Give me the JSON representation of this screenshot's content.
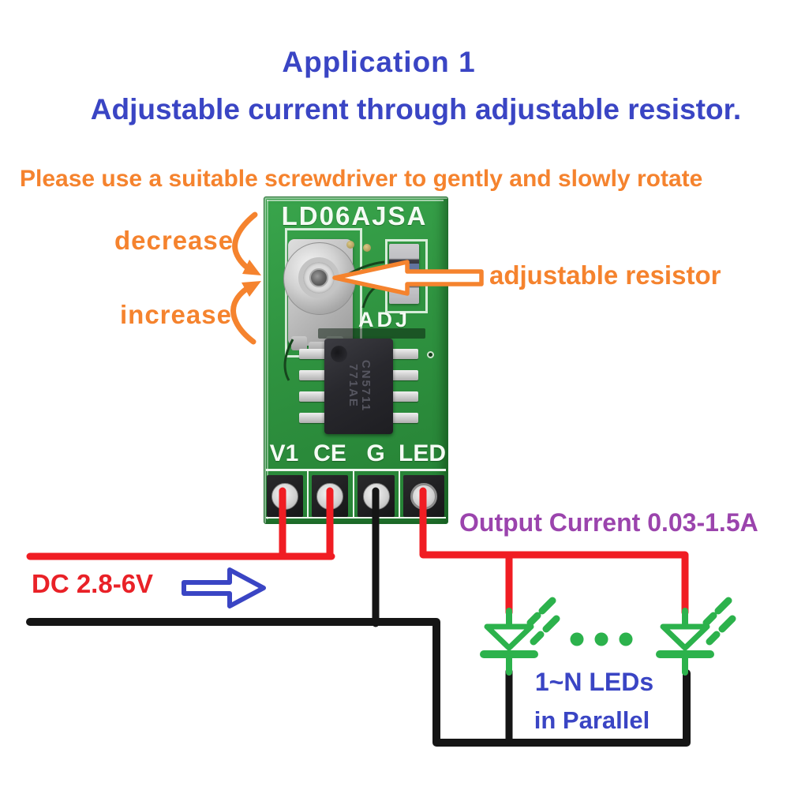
{
  "header": {
    "title": "Application 1",
    "subtitle": "Adjustable current through adjustable resistor."
  },
  "instruction": "Please use a suitable screwdriver to gently and slowly rotate",
  "annotations": {
    "decrease": "decrease",
    "increase": "increase",
    "adjustable_resistor": "adjustable resistor",
    "output_current": "Output Current 0.03-1.5A",
    "input_voltage": "DC 2.8-6V",
    "leds_count": "1~N LEDs",
    "leds_arrangement": "in Parallel"
  },
  "pcb": {
    "model": "LD06AJSA",
    "adj_label": "ADJ",
    "chip_marking": {
      "line1": "CN5711",
      "line2": "771AE"
    },
    "pins": [
      {
        "name": "V1",
        "wire_color": "red"
      },
      {
        "name": "CE",
        "wire_color": "red"
      },
      {
        "name": "G",
        "wire_color": "black"
      },
      {
        "name": "LED",
        "wire_color": "red"
      }
    ]
  },
  "colors": {
    "title_blue": "#3a45c4",
    "annotation_orange": "#f5832e",
    "output_purple": "#9b44ad",
    "input_red": "#e92127",
    "wire_red": "#f01d23",
    "wire_black": "#151515",
    "led_green": "#2cb24c",
    "pcb_green": "#2f9340",
    "direction_arrow_blue": "#3a45c4"
  }
}
